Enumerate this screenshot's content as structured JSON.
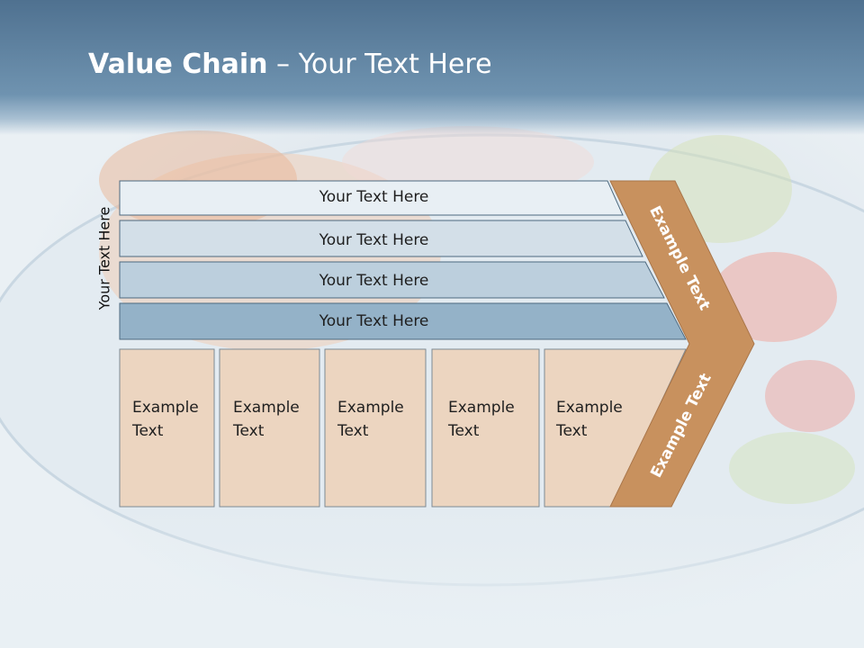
{
  "title": {
    "bold": "Value Chain",
    "rest": " – Your Text Here"
  },
  "side_label": "Your Text Here",
  "rows": [
    {
      "label": "Your Text Here",
      "color": "#e8eff4"
    },
    {
      "label": "Your Text Here",
      "color": "#d3dfe8"
    },
    {
      "label": "Your Text Here",
      "color": "#bccfdd"
    },
    {
      "label": "Your Text Here",
      "color": "#94b2c8"
    }
  ],
  "boxes": [
    {
      "label": "Example\nText"
    },
    {
      "label": "Example\nText"
    },
    {
      "label": "Example\nText"
    },
    {
      "label": "Example\nText"
    },
    {
      "label": "Example\nText"
    }
  ],
  "arrow": {
    "upper": "Example Text",
    "lower": "Example Text",
    "color": "#c8915e"
  },
  "colors": {
    "header": "#5f83a1",
    "box_fill": "#ecd5c0",
    "row_stroke": "#4d6a80"
  }
}
